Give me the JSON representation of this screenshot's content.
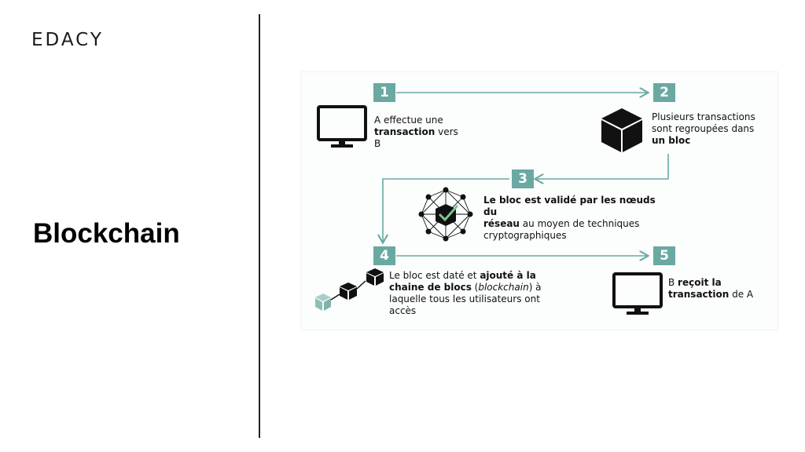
{
  "brand": {
    "logo_text": "EDACY"
  },
  "slide": {
    "title": "Blockchain"
  },
  "diagram": {
    "steps": [
      {
        "number": "1",
        "text_pre": "A effectue une ",
        "text_bold": "transaction",
        "text_post": " vers B",
        "icon": "monitor-icon"
      },
      {
        "number": "2",
        "text_pre": "Plusieurs transactions sont regroupées dans ",
        "text_bold": "un bloc",
        "text_post": "",
        "icon": "cube-icon"
      },
      {
        "number": "3",
        "text_bold1": "Le bloc est validé par les nœuds du",
        "text_bold2": "réseau",
        "text_post": " au moyen de techniques cryptographiques",
        "icon": "network-nodes-icon"
      },
      {
        "number": "4",
        "text_pre": "Le bloc est daté et ",
        "text_bold": "ajouté à la chaine de blocs",
        "text_mid": " (",
        "text_italic": "blockchain",
        "text_post": ") à laquelle tous les utilisateurs ont accès",
        "icon": "block-chain-icon"
      },
      {
        "number": "5",
        "text_pre": "B ",
        "text_bold": "reçoit la transaction",
        "text_post": " de A",
        "icon": "monitor-icon"
      }
    ],
    "colors": {
      "accent": "#6aa9a2",
      "icon": "#111111"
    }
  }
}
